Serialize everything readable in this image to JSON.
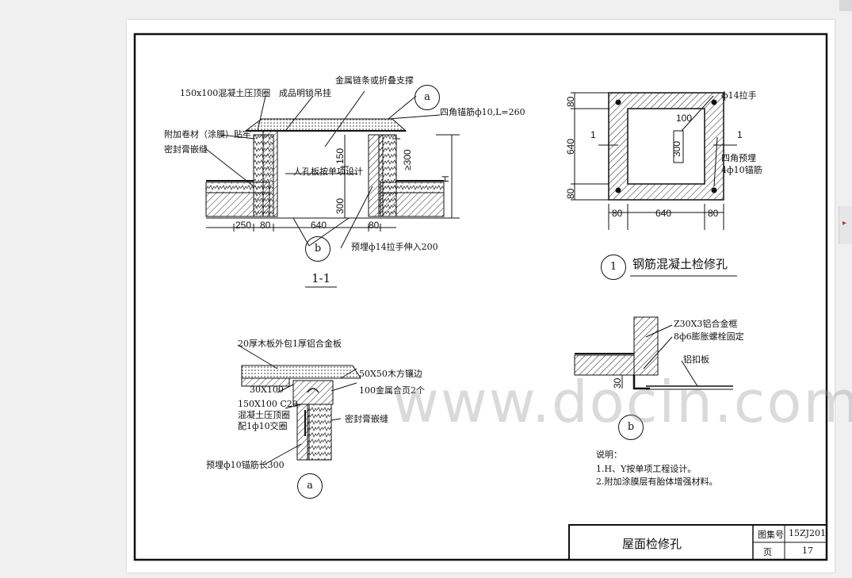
{
  "viewer": {
    "watermark": "www.docin.com"
  },
  "section_1_1": {
    "label_collar": "150x100混凝土压顶圈",
    "label_lock": "成品明锁吊挂",
    "label_chain": "金属链条或折叠支撑",
    "label_anchor": "四角锚筋ф10,L=260",
    "label_membrane": "附加卷材（涂膜）贴牢",
    "label_sealant": "密封膏嵌缝",
    "label_manhole": "人孔板按单项设计",
    "label_handle": "预埋ф14拉手伸入200",
    "tag_a": "a",
    "tag_b": "b",
    "dim_150": "150",
    "dim_300a": "≥300",
    "dim_300b": "300",
    "dim_h": "H",
    "dims_bottom": [
      "250",
      "80",
      "640",
      "80"
    ],
    "title": "1-1"
  },
  "plan_1": {
    "label_handle": "ф14拉手",
    "label_anchor1": "四角预埋",
    "label_anchor2": "4ф10锚筋",
    "dim_100": "100",
    "dim_300": "300",
    "left_dims": [
      "80",
      "640",
      "80"
    ],
    "bottom_dims": [
      "80",
      "640",
      "80"
    ],
    "section_mark_left": "1",
    "section_mark_right": "1",
    "tag": "1",
    "title": "钢筋混凝土检修孔"
  },
  "detail_a": {
    "label_board": "20厚木板外包1厚铝合金板",
    "label_wood": "50X50木方镶边",
    "label_30x100": "30X100",
    "label_hinge": "100金属合页2个",
    "label_collar1": "150X100 C20",
    "label_collar2": "混凝土压顶圈",
    "label_collar3": "配1ф10交圈",
    "label_sealant": "密封膏嵌缝",
    "label_anchor": "预埋ф10锚筋长300",
    "tag": "a"
  },
  "detail_b": {
    "label_angle": "Z30X3铝合金框",
    "label_bolt": "8ф6膨胀螺栓固定",
    "label_plate": "铝扣板",
    "dim_30": "30",
    "tag": "b"
  },
  "notes": {
    "heading": "说明：",
    "items": [
      "1.H、Y按单项工程设计。",
      "2.附加涂膜层有胎体增强材料。"
    ]
  },
  "title_block": {
    "drawing_name": "屋面检修孔",
    "atlas_label": "图集号",
    "atlas_no": "15ZJ201",
    "page_label": "页",
    "page_no": "17"
  }
}
